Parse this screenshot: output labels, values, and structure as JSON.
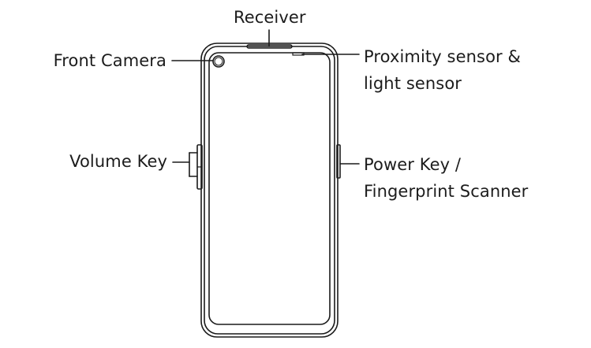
{
  "labels": {
    "receiver": "Receiver",
    "front_camera": "Front Camera",
    "proximity_sensor": [
      "Proximity sensor &",
      "light sensor"
    ],
    "volume_key": "Volume Key",
    "power_key": [
      "Power Key /",
      "Fingerprint Scanner"
    ]
  },
  "colors": {
    "line": "#1a1a1a",
    "text": "#1c1c1c",
    "background": "#ffffff"
  }
}
